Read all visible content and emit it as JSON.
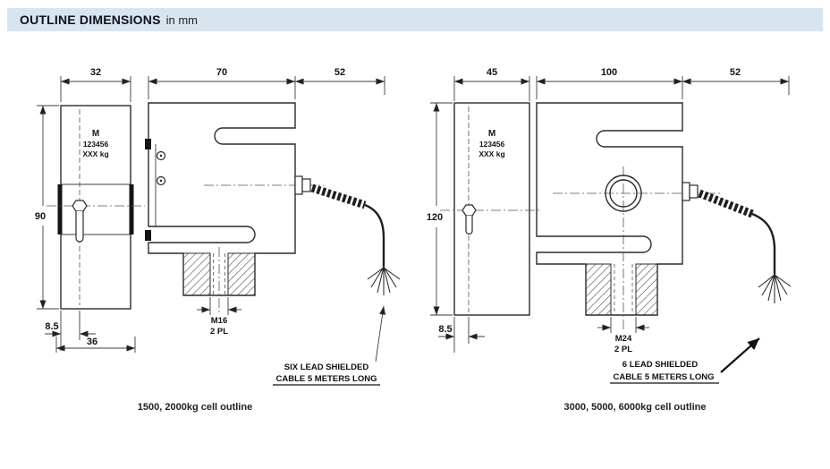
{
  "header": {
    "title": "OUTLINE DIMENSIONS",
    "unit_note": "in mm"
  },
  "left": {
    "caption": "1500, 2000kg cell outline",
    "dim_side_width": "32",
    "dim_body_width": "70",
    "dim_cable": "52",
    "dim_height": "90",
    "dim_offset": "8.5",
    "dim_base": "36",
    "tag_line1": "M",
    "tag_line2": "123456",
    "tag_line3": "XXX kg",
    "thread_size": "M16",
    "thread_note": "2 PL",
    "note_line1": "SIX LEAD SHIELDED",
    "note_line2": "CABLE 5 METERS LONG"
  },
  "right": {
    "caption": "3000, 5000, 6000kg cell outline",
    "dim_side_width": "45",
    "dim_body_width": "100",
    "dim_cable": "52",
    "dim_height": "120",
    "dim_offset": "8.5",
    "tag_line1": "M",
    "tag_line2": "123456",
    "tag_line3": "XXX kg",
    "thread_size": "M24",
    "thread_note": "2 PL",
    "note_line1": "6 LEAD SHIELDED",
    "note_line2": "CABLE 5 METERS LONG"
  },
  "colors": {
    "header_bg": "#d9e5ee",
    "drawing_line": "#2b2b2b",
    "text": "#141414"
  }
}
